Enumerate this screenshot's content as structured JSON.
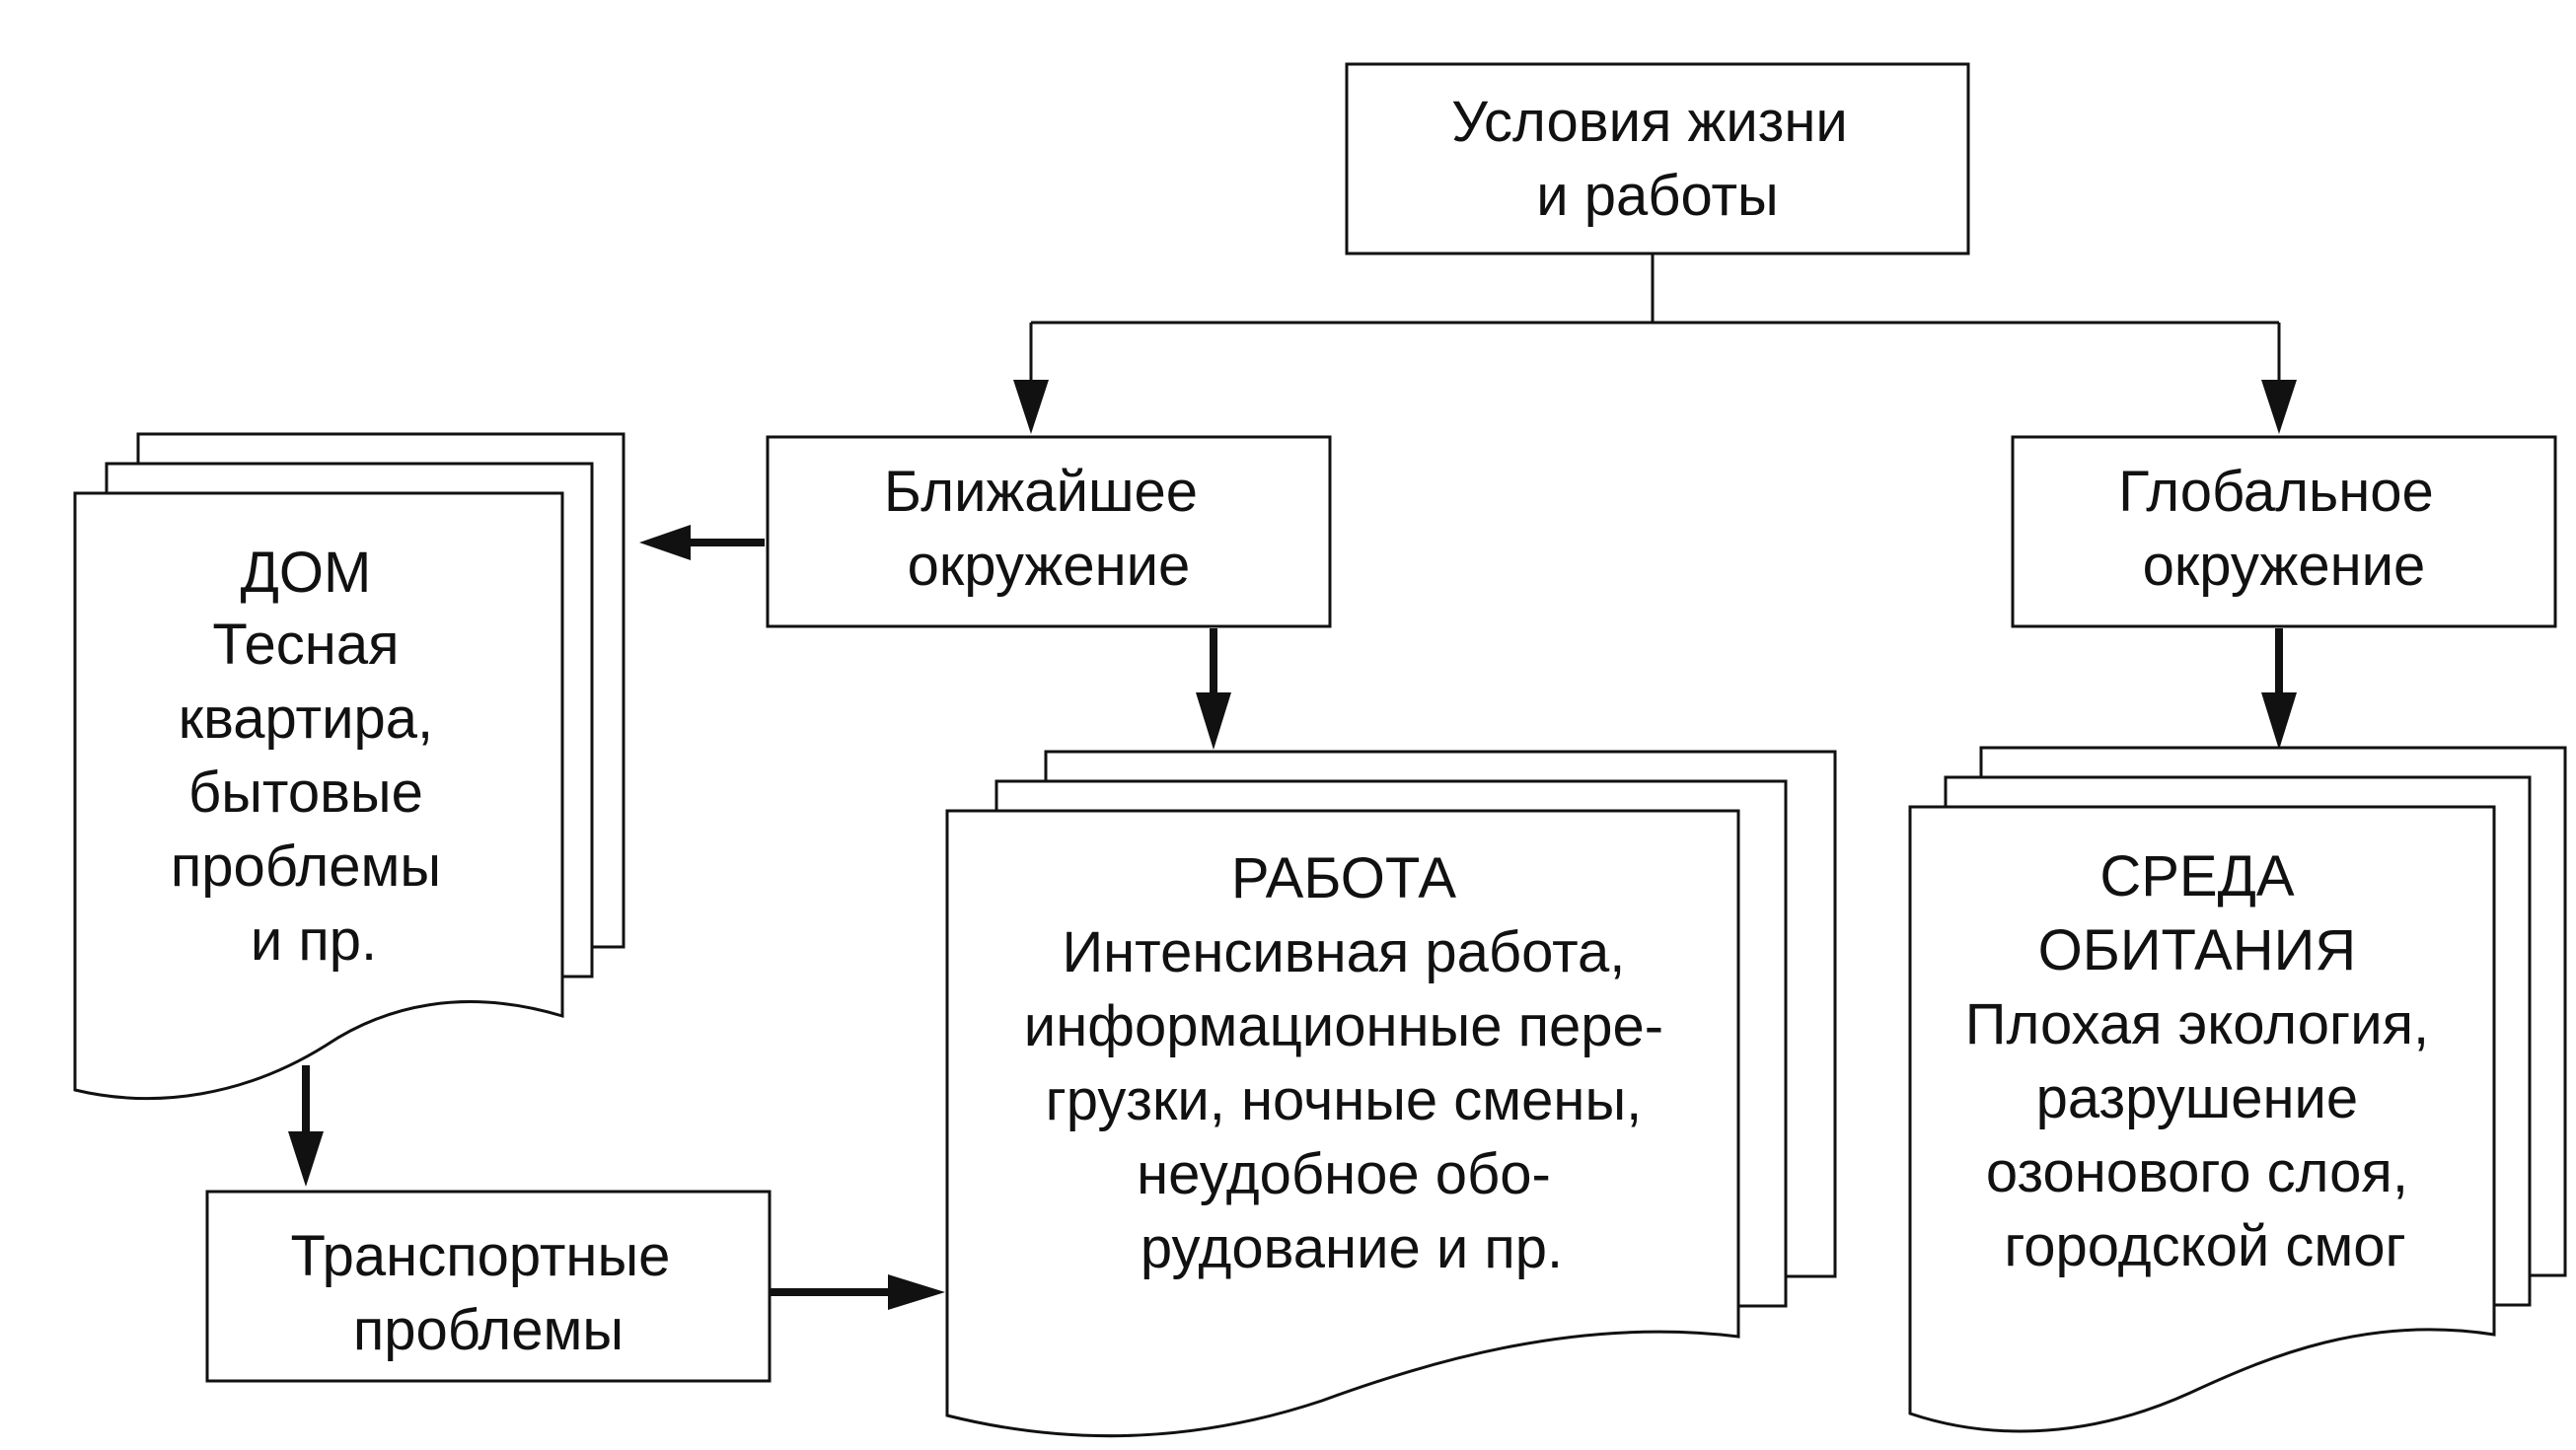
{
  "nodes": {
    "conditions": {
      "lines": [
        "Условия жизни",
        "и работы"
      ]
    },
    "immediate": {
      "lines": [
        "Ближайшее",
        "окружение"
      ]
    },
    "global": {
      "lines": [
        "Глобальное",
        "окружение"
      ]
    },
    "home": {
      "lines": [
        "ДОМ",
        "Тесная",
        "квартира,",
        "бытовые",
        "проблемы",
        "и пр."
      ]
    },
    "work": {
      "lines": [
        "РАБОТА",
        "Интенсивная работа,",
        "информационные пере-",
        "грузки, ночные смены,",
        "неудобное обо-",
        "рудование и пр."
      ]
    },
    "habitat": {
      "lines": [
        "СРЕДА",
        "ОБИТАНИЯ",
        "Плохая экология,",
        "разрушение",
        "озонового слоя,",
        "городской смог"
      ]
    },
    "transport": {
      "lines": [
        "Транспортные",
        "проблемы"
      ]
    }
  },
  "edges": [
    {
      "from": "conditions",
      "to": "immediate"
    },
    {
      "from": "conditions",
      "to": "global"
    },
    {
      "from": "immediate",
      "to": "home"
    },
    {
      "from": "immediate",
      "to": "work"
    },
    {
      "from": "global",
      "to": "habitat"
    },
    {
      "from": "home",
      "to": "transport"
    },
    {
      "from": "transport",
      "to": "work"
    }
  ],
  "colors": {
    "ink": "#111111",
    "paper": "#ffffff"
  }
}
